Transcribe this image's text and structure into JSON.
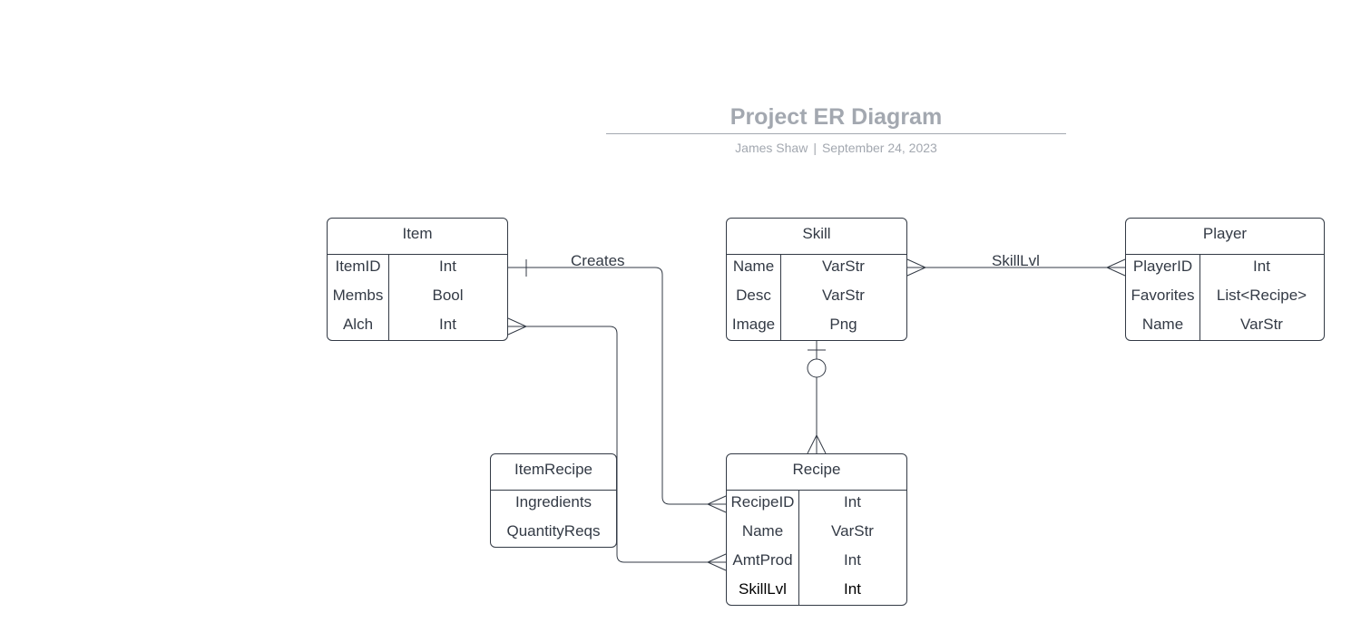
{
  "header": {
    "title": "Project ER Diagram",
    "author": "James Shaw",
    "separator": "|",
    "date": "September 24, 2023"
  },
  "entities": {
    "item": {
      "name": "Item",
      "rows": [
        {
          "attr": "ItemID",
          "type": "Int"
        },
        {
          "attr": "Membs",
          "type": "Bool"
        },
        {
          "attr": "Alch",
          "type": "Int"
        }
      ]
    },
    "skill": {
      "name": "Skill",
      "rows": [
        {
          "attr": "Name",
          "type": "VarStr"
        },
        {
          "attr": "Desc",
          "type": "VarStr"
        },
        {
          "attr": "Image",
          "type": "Png"
        }
      ]
    },
    "player": {
      "name": "Player",
      "rows": [
        {
          "attr": "PlayerID",
          "type": "Int"
        },
        {
          "attr": "Favorites",
          "type": "List<Recipe>"
        },
        {
          "attr": "Name",
          "type": "VarStr"
        }
      ]
    },
    "item_recipe": {
      "name": "ItemRecipe",
      "rows": [
        "Ingredients",
        "QuantityReqs"
      ]
    },
    "recipe": {
      "name": "Recipe",
      "rows": [
        {
          "attr": "RecipeID",
          "type": "Int"
        },
        {
          "attr": "Name",
          "type": "VarStr"
        },
        {
          "attr": "AmtProd",
          "type": "Int"
        },
        {
          "attr": "SkillLvl",
          "type": "Int"
        }
      ]
    }
  },
  "relationships": {
    "creates": "Creates",
    "skill_lvl": "SkillLvl"
  }
}
